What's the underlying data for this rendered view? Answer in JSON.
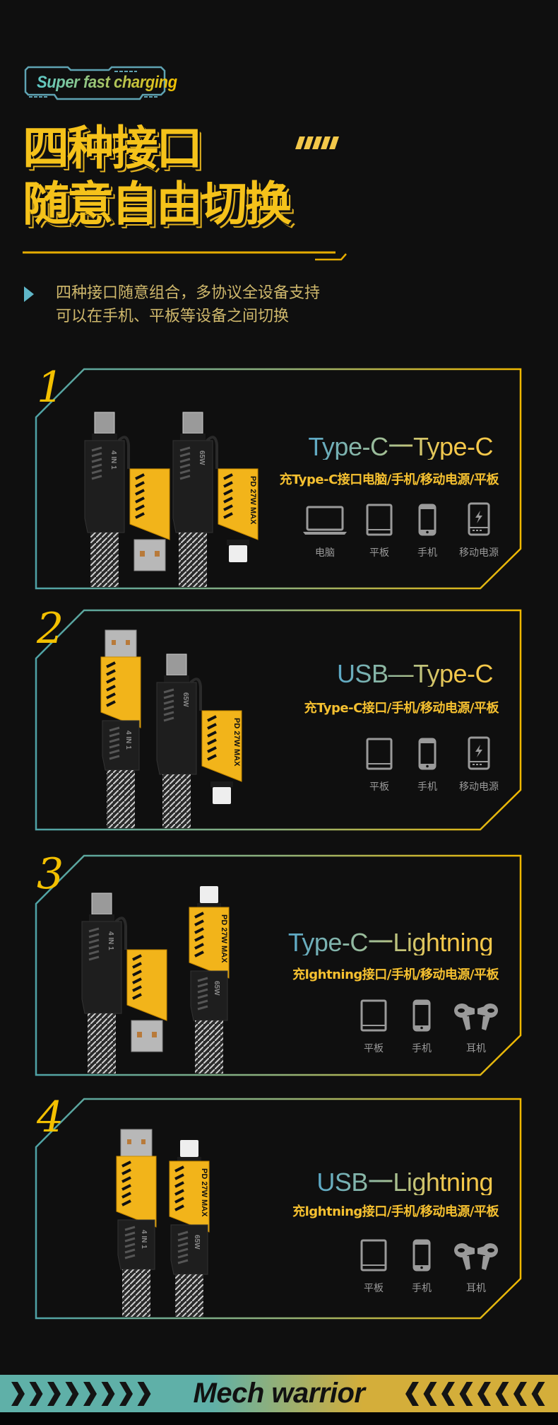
{
  "header": {
    "badge": "Super fast charging",
    "title_line1": "四种接口",
    "title_line2": "随意自由切换",
    "intro_line1": "四种接口随意组合，多协议全设备支持",
    "intro_line2": "可以在手机、平板等设备之间切换"
  },
  "colors": {
    "accent_yellow": "#f5c21a",
    "accent_teal": "#5fb6c8",
    "background": "#0f0f0f",
    "icon_gray": "#9a9a9a"
  },
  "panels": [
    {
      "number": "1",
      "title": "Type-C一Type-C",
      "subtitle": "充Type-C接口电脑/手机/移动电源/平板",
      "devices": [
        {
          "icon": "laptop-icon",
          "label": "电脑"
        },
        {
          "icon": "tablet-icon",
          "label": "平板"
        },
        {
          "icon": "phone-icon",
          "label": "手机"
        },
        {
          "icon": "power-bank-icon",
          "label": "移动电源"
        }
      ],
      "cables": [
        {
          "tip": "type-c",
          "head": "black",
          "adapter": "usb"
        },
        {
          "tip": "type-c",
          "head": "black",
          "adapter": "lightning"
        }
      ]
    },
    {
      "number": "2",
      "title": "USB—Type-C",
      "subtitle": "充Type-C接口/手机/移动电源/平板",
      "devices": [
        {
          "icon": "tablet-icon",
          "label": "平板"
        },
        {
          "icon": "phone-icon",
          "label": "手机"
        },
        {
          "icon": "power-bank-icon",
          "label": "移动电源"
        }
      ],
      "cables": [
        {
          "tip": "usb",
          "head": "yellow",
          "adapter": null
        },
        {
          "tip": "type-c",
          "head": "black",
          "adapter": "lightning"
        }
      ]
    },
    {
      "number": "3",
      "title": "Type-C一Lightning",
      "subtitle": "充lghtning接口/手机/移动电源/平板",
      "devices": [
        {
          "icon": "tablet-icon",
          "label": "平板"
        },
        {
          "icon": "phone-icon",
          "label": "手机"
        },
        {
          "icon": "earbuds-icon",
          "label": "耳机"
        }
      ],
      "cables": [
        {
          "tip": "type-c",
          "head": "black",
          "adapter": "usb"
        },
        {
          "tip": "lightning",
          "head": "yellow",
          "adapter": null
        }
      ]
    },
    {
      "number": "4",
      "title": "USB一Lightning",
      "subtitle": "充lghtning接口/手机/移动电源/平板",
      "devices": [
        {
          "icon": "tablet-icon",
          "label": "平板"
        },
        {
          "icon": "phone-icon",
          "label": "手机"
        },
        {
          "icon": "earbuds-icon",
          "label": "耳机"
        }
      ],
      "cables": [
        {
          "tip": "usb",
          "head": "yellow",
          "adapter": null
        },
        {
          "tip": "lightning",
          "head": "yellow",
          "adapter": null
        }
      ]
    }
  ],
  "product_markings": {
    "power": "PD 27W MAX",
    "model": "4 IN 1",
    "wattage": "65W"
  },
  "footer": {
    "banner": "Mech warrior"
  }
}
